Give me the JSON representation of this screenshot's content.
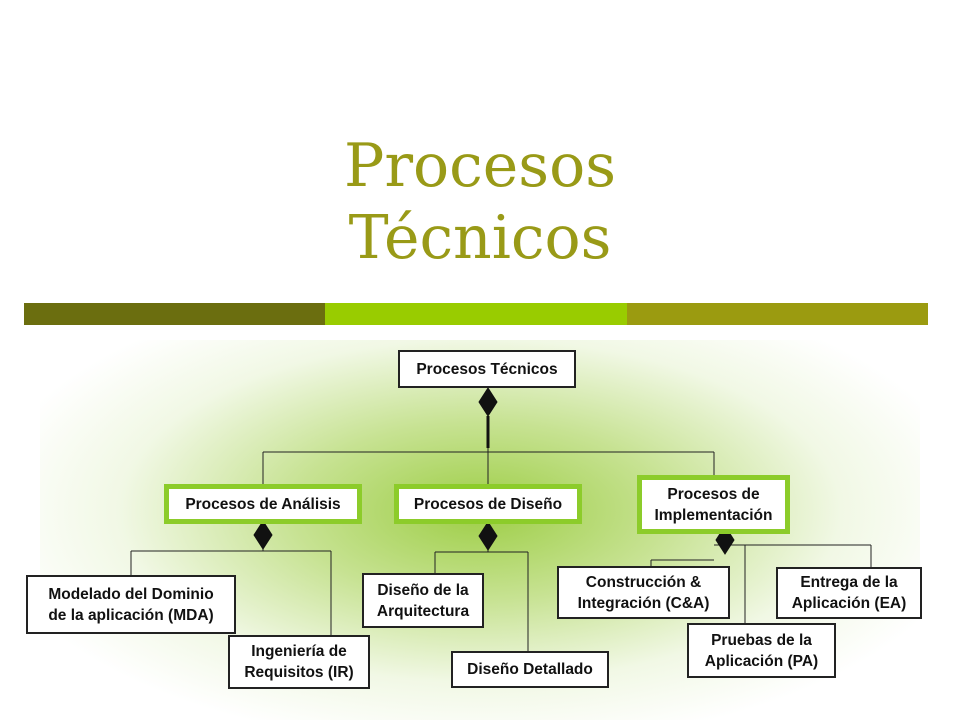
{
  "slide": {
    "title_line1": "Procesos",
    "title_line2": "Técnicos"
  },
  "colors": {
    "title": "#999a17",
    "bar_left": "#6b6e0f",
    "bar_middle": "#99cc00",
    "bar_right": "#9b9b10",
    "phase_border": "#8ccc2a"
  },
  "diagram": {
    "root": "Procesos Técnicos",
    "phases": [
      "Procesos de Análisis",
      "Procesos de Diseño",
      "Procesos de\nImplementación"
    ],
    "analysis": [
      "Modelado del Dominio\nde la aplicación (MDA)",
      "Ingeniería de\nRequisitos (IR)"
    ],
    "design": [
      "Diseño de la\nArquitectura",
      "Diseño Detallado"
    ],
    "implementation": [
      "Construcción &\nIntegración (C&A)",
      "Pruebas de la\nAplicación (PA)",
      "Entrega de la\nAplicación (EA)"
    ]
  }
}
